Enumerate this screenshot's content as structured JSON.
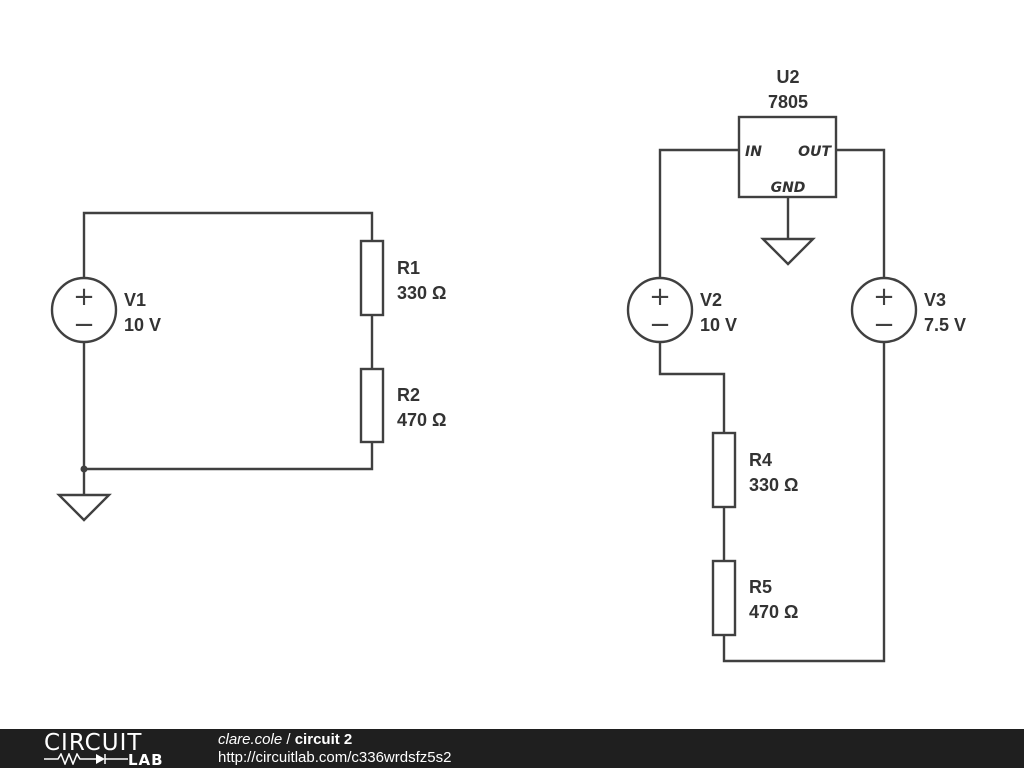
{
  "schematic": {
    "components": {
      "V1": {
        "designator": "V1",
        "value": "10 V",
        "plus": "+",
        "minus": "−"
      },
      "R1": {
        "designator": "R1",
        "value": "330 Ω"
      },
      "R2": {
        "designator": "R2",
        "value": "470 Ω"
      },
      "U2": {
        "designator": "U2",
        "value": "7805",
        "pin_in": "IN",
        "pin_out": "OUT",
        "pin_gnd": "GND"
      },
      "V2": {
        "designator": "V2",
        "value": "10 V",
        "plus": "+",
        "minus": "−"
      },
      "V3": {
        "designator": "V3",
        "value": "7.5 V",
        "plus": "+",
        "minus": "−"
      },
      "R4": {
        "designator": "R4",
        "value": "330 Ω"
      },
      "R5": {
        "designator": "R5",
        "value": "470 Ω"
      }
    }
  },
  "footer": {
    "logo_top": "CIRCUIT",
    "logo_bottom": "LAB",
    "user": "clare.cole",
    "separator": " / ",
    "circuit_title": "circuit 2",
    "url": "http://circuitlab.com/c336wrdsfz5s2"
  }
}
